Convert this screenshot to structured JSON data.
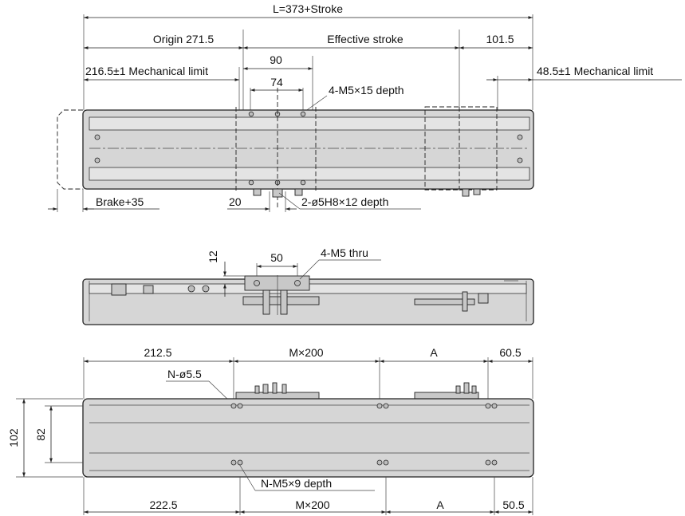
{
  "top_view": {
    "overall_length": "L=373+Stroke",
    "origin": "Origin 271.5",
    "effective_stroke": "Effective stroke",
    "right_end": "101.5",
    "mech_limit_left": "216.5±1 Mechanical limit",
    "mech_limit_right": "48.5±1 Mechanical limit",
    "dim_90": "90",
    "dim_74": "74",
    "tapped_holes": "4-M5×15 depth",
    "brake": "Brake+35",
    "dim_20": "20",
    "pin_holes": "2-ø5H8×12 depth"
  },
  "side_view": {
    "dim_12": "12",
    "dim_50": "50",
    "thru_holes": "4-M5 thru"
  },
  "bottom_view": {
    "upper_left": "212.5",
    "upper_pitch": "M×200",
    "upper_a": "A",
    "upper_right": "60.5",
    "mount_holes": "N-ø5.5",
    "height_102": "102",
    "height_82": "82",
    "tapped_mount": "N-M5×9 depth",
    "lower_left": "222.5",
    "lower_pitch": "M×200",
    "lower_a": "A",
    "lower_right": "50.5"
  }
}
